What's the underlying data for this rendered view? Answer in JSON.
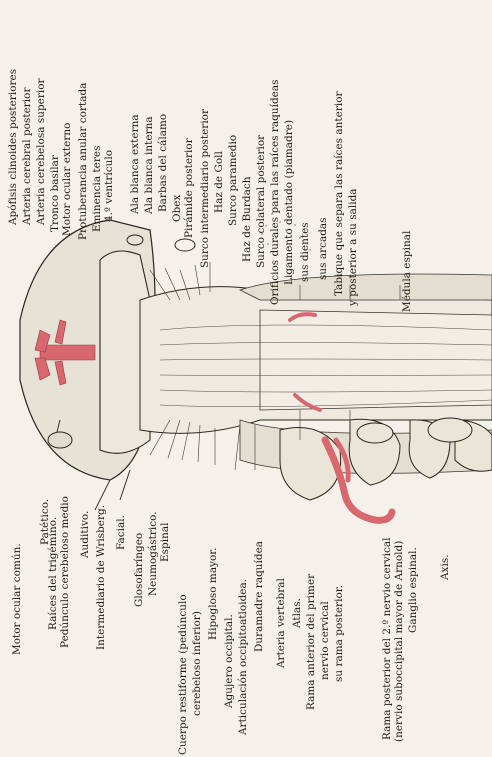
{
  "labels_top": [
    {
      "id": "apofisis",
      "text": "Apófisis clinoides posteriores"
    },
    {
      "id": "art-cerebral-post",
      "text": "Arteria cerebral posterior"
    },
    {
      "id": "art-cerebelosa-sup",
      "text": "Arteria cerebelosa superior"
    },
    {
      "id": "tronco-basilar",
      "text": "Tronco basilar"
    },
    {
      "id": "motor-ocular-ext",
      "text": "Motor ocular externo"
    },
    {
      "id": "protuberancia",
      "text": "Protuberancia anular cortada"
    },
    {
      "id": "eminencia-teres",
      "text": "Eminencia teres"
    },
    {
      "id": "cuarto-ventriculo",
      "text": "4.º ventrículo"
    },
    {
      "id": "ala-blanca-ext",
      "text": "Ala blanca externa"
    },
    {
      "id": "ala-blanca-int",
      "text": "Ala blanca interna"
    },
    {
      "id": "barbas-calamo",
      "text": "Barbas del cálamo"
    },
    {
      "id": "obex",
      "text": "Obex"
    },
    {
      "id": "piramide-post",
      "text": "Pirámide posterior"
    },
    {
      "id": "surco-intermediario",
      "text": "Surco intermediario posterior"
    },
    {
      "id": "haz-goll",
      "text": "Haz de Goll"
    },
    {
      "id": "surco-paramedio",
      "text": "Surco paramedio"
    },
    {
      "id": "haz-burdach",
      "text": "Haz de Burdach"
    },
    {
      "id": "surco-colateral",
      "text": "Surco colateral posterior"
    },
    {
      "id": "orificios-durales",
      "text": "Orificios durales para las raíces raquídeas"
    },
    {
      "id": "ligamento-dentado",
      "text": "Ligamento dentado (piamadre)"
    },
    {
      "id": "sus-dientes",
      "text": "sus dientes"
    },
    {
      "id": "sus-arcadas",
      "text": "sus arcadas"
    },
    {
      "id": "tabique-1",
      "text": "Tabique que separa las raíces anterior"
    },
    {
      "id": "tabique-2",
      "text": "y posterior a su salida"
    },
    {
      "id": "medula-espinal",
      "text": "Médula espinal"
    }
  ],
  "labels_bottom": [
    {
      "id": "motor-ocular-comun",
      "text": "Motor ocular común."
    },
    {
      "id": "patetico",
      "text": "Patético."
    },
    {
      "id": "raices-trigemino",
      "text": "Raíces del trigémino."
    },
    {
      "id": "pedunculo-cerebeloso-medio",
      "text": "Pedúnculo cerebeloso medio"
    },
    {
      "id": "auditivo",
      "text": "Auditivo."
    },
    {
      "id": "intermediario-wrisberg",
      "text": "Intermediario de Wrisberg."
    },
    {
      "id": "facial",
      "text": "Facial."
    },
    {
      "id": "glosofaringeo",
      "text": "Glosofaríngeo"
    },
    {
      "id": "neumogastrico",
      "text": "Neumogástrico."
    },
    {
      "id": "espinal",
      "text": "Espinal"
    },
    {
      "id": "cuerpo-restiforme",
      "text": "Cuerpo restiforme (pedúnculo"
    },
    {
      "id": "cerebeloso-inferior",
      "text": "cerebeloso inferior)"
    },
    {
      "id": "hipogloso-mayor",
      "text": "Hipogloso mayor."
    },
    {
      "id": "agujero-occipital",
      "text": "Agujero occipital."
    },
    {
      "id": "articulacion-occipitoatloidea",
      "text": "Articulación occipitoatloidea."
    },
    {
      "id": "duramadre-raquidea",
      "text": "Duramadre raquídea"
    },
    {
      "id": "arteria-vertebral",
      "text": "Arteria vertebral"
    },
    {
      "id": "atlas",
      "text": "Atlas."
    },
    {
      "id": "rama-anterior-1",
      "text": "Rama anterior del primer"
    },
    {
      "id": "rama-anterior-2",
      "text": "nervio cervical"
    },
    {
      "id": "rama-posterior",
      "text": "su rama posterior."
    },
    {
      "id": "rama-post-2-1",
      "text": "Rama posterior del 2.º nervio cervical"
    },
    {
      "id": "rama-post-2-2",
      "text": "(nervio suboccipital mayor de Arnold)"
    },
    {
      "id": "ganglio-espinal",
      "text": "Ganglio espinal."
    },
    {
      "id": "axis",
      "text": "Axis."
    }
  ],
  "colors": {
    "ink": "#1f1b17",
    "paper": "#f4f1ea",
    "artery": "#d9676e",
    "bone": "#e9e4d8"
  }
}
